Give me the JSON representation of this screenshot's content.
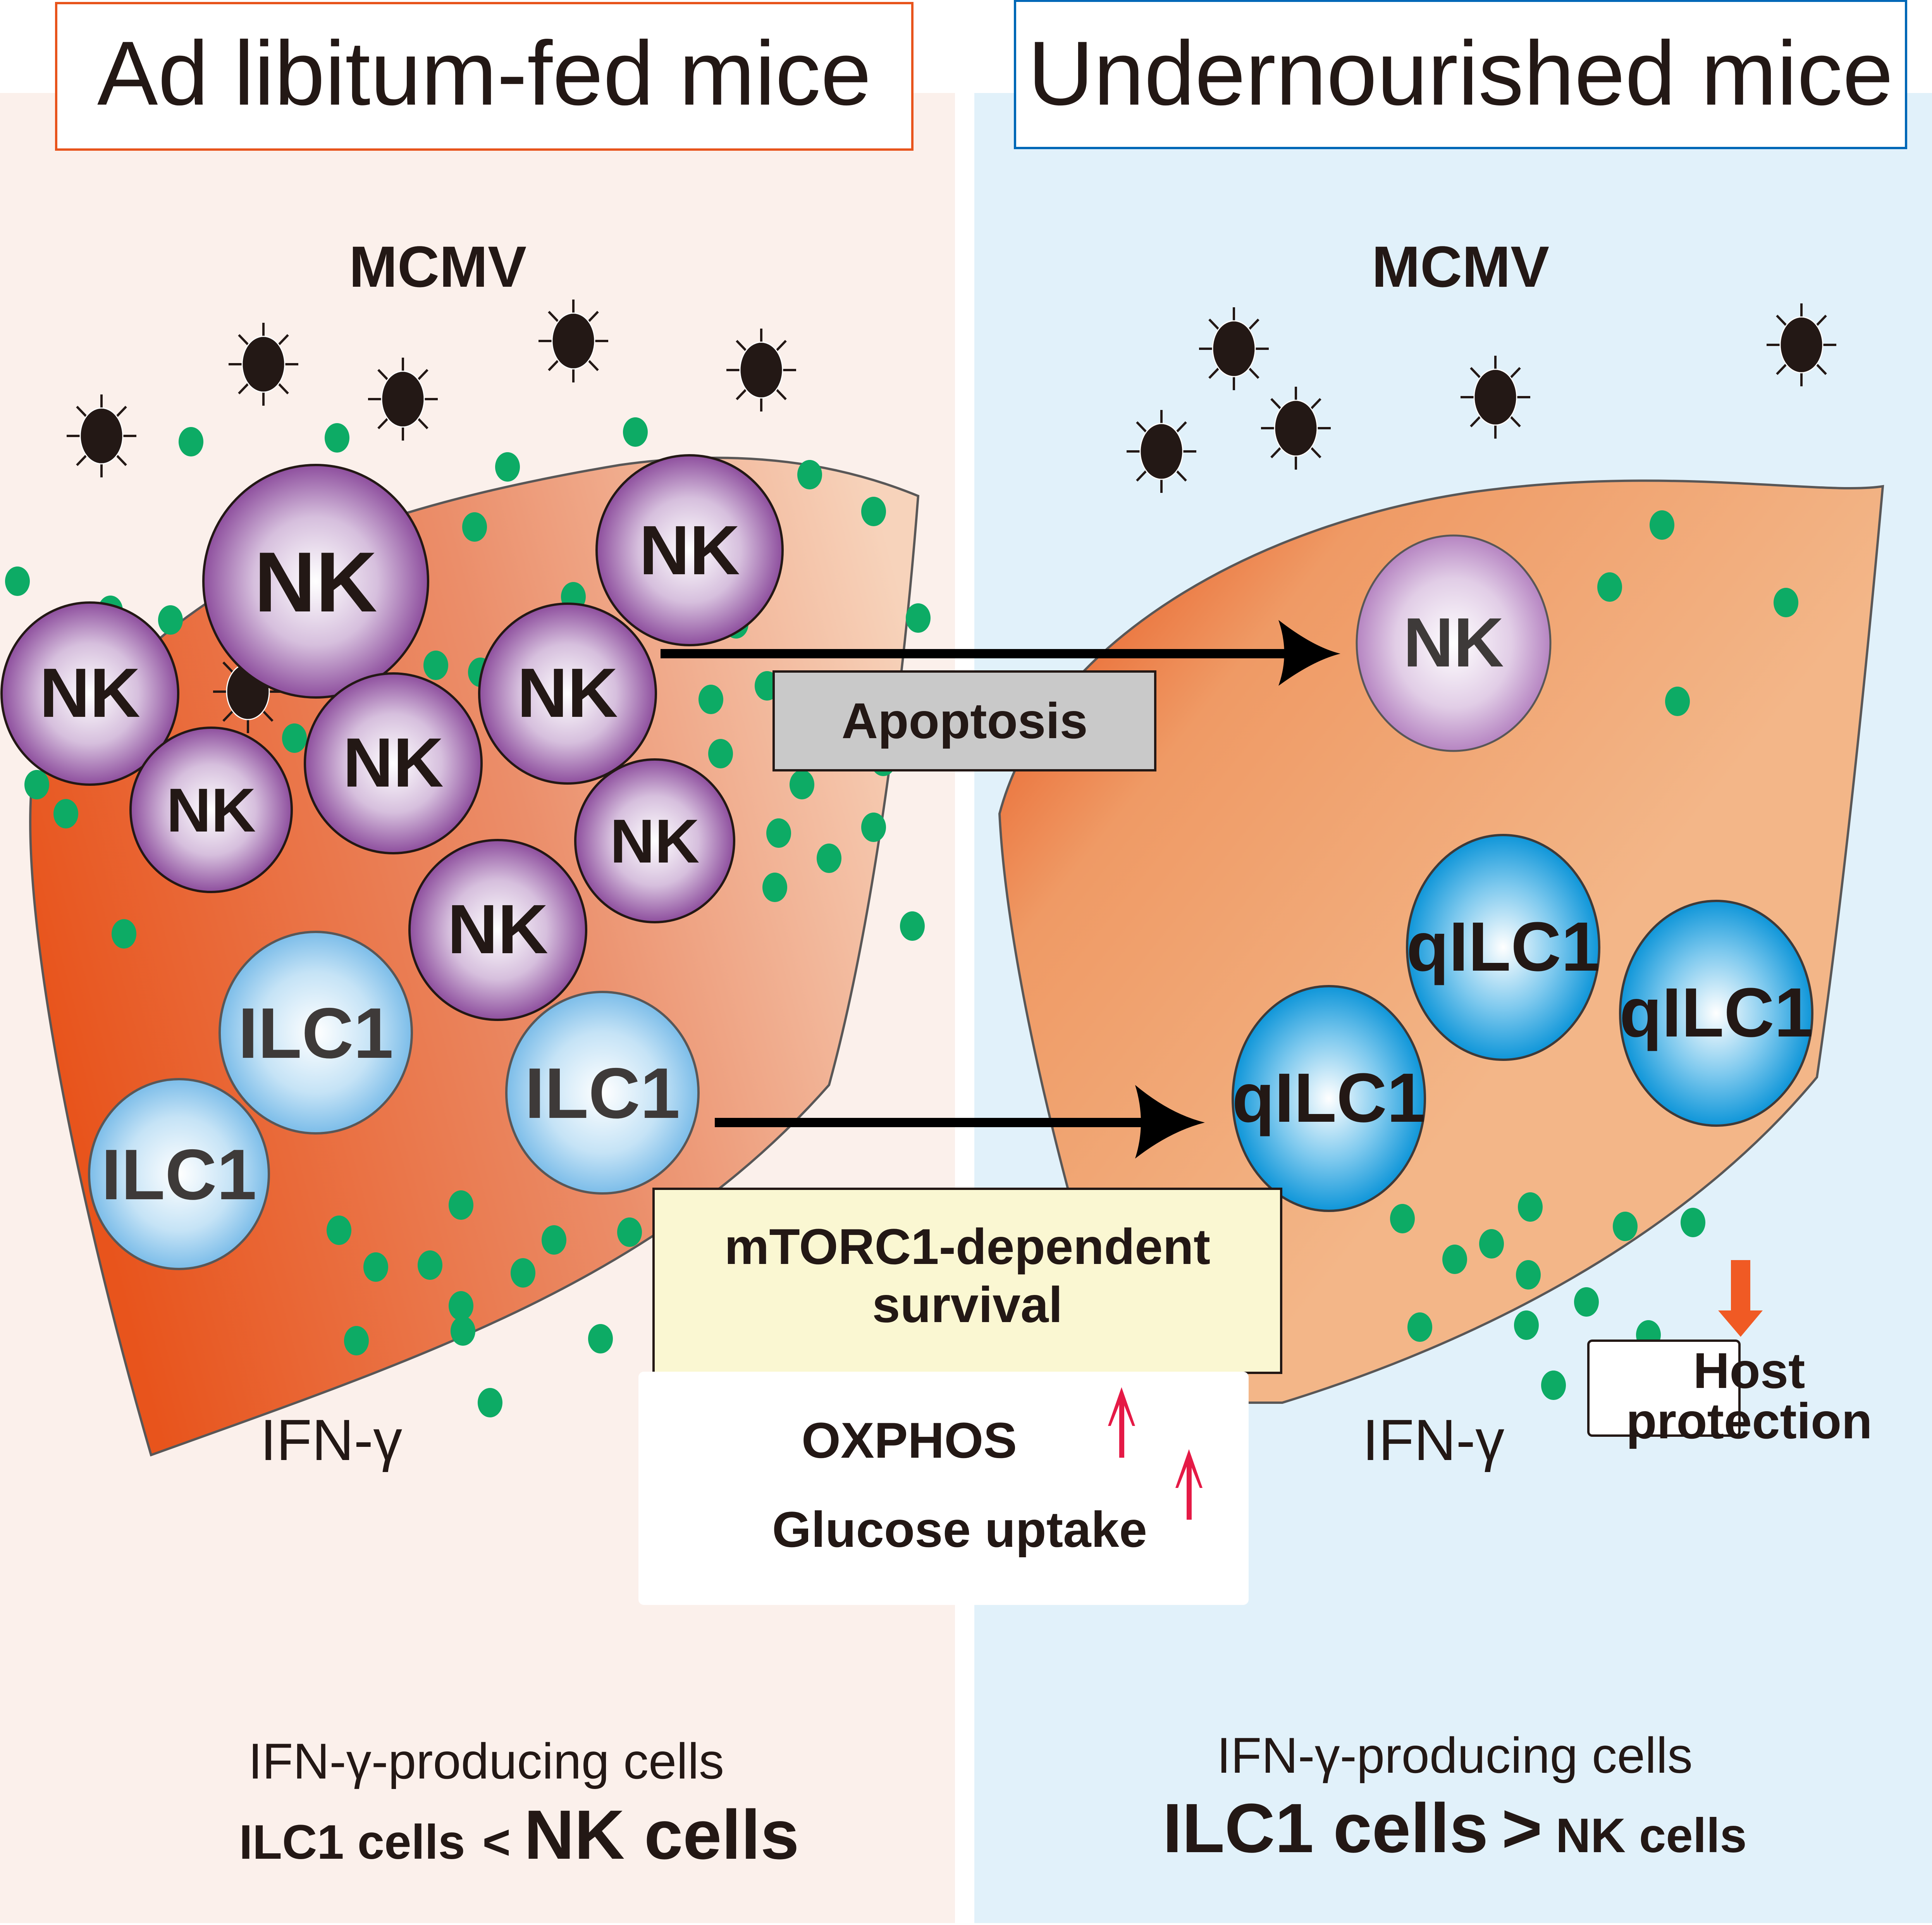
{
  "figure": {
    "type": "graphical-abstract",
    "colors": {
      "left_panel_bg": "#fbf0eb",
      "right_panel_bg": "#e1f1fa",
      "left_header_border": "#e8541c",
      "right_header_border": "#0068b7",
      "liver_dark": "#e8541c",
      "liver_light": "#f3b688",
      "virus": "#231815",
      "ifn_dot": "#0dab65",
      "nk_cell": "#9b5ba6",
      "ilc1_cell": "#8dc4ea",
      "qilc1_cell": "#0f96d9",
      "apoptosis_box": "#c9c9c9",
      "mtorc1_box": "#faf7d2",
      "up_arrow": "#e51a46",
      "host_arrow": "#f05a24"
    }
  },
  "left_panel": {
    "header": "Ad libitum-fed mice",
    "virus_label": "MCMV",
    "virus_count": 6,
    "nk_cells": [
      "NK",
      "NK",
      "NK",
      "NK",
      "NK",
      "NK",
      "NK",
      "NK"
    ],
    "ilc1_cells": [
      "ILC1",
      "ILC1",
      "ILC1"
    ],
    "cytokine_label": "IFN-γ",
    "summary": {
      "line1": "IFN-γ-producing cells",
      "lhs": "ILC1 cells",
      "operator": "<",
      "rhs": "NK cells"
    }
  },
  "right_panel": {
    "header": "Undernourished mice",
    "virus_label": "MCMV",
    "virus_count": 5,
    "nk_cells": [
      "NK"
    ],
    "qilc1_cells": [
      "qILC1",
      "qILC1",
      "qILC1"
    ],
    "cytokine_label": "IFN-γ",
    "outcome": {
      "line1": "Host",
      "line2": "protection"
    },
    "summary": {
      "line1": "IFN-γ-producing cells",
      "lhs": "ILC1 cells",
      "operator": ">",
      "rhs": "NK cells"
    }
  },
  "center": {
    "nk_transition_label": "Apoptosis",
    "ilc1_transition_label_line1": "mTORC1-dependent",
    "ilc1_transition_label_line2": "survival",
    "metabolism": [
      {
        "label": "OXPHOS",
        "direction": "up"
      },
      {
        "label": "Glucose uptake",
        "direction": "up"
      }
    ]
  }
}
